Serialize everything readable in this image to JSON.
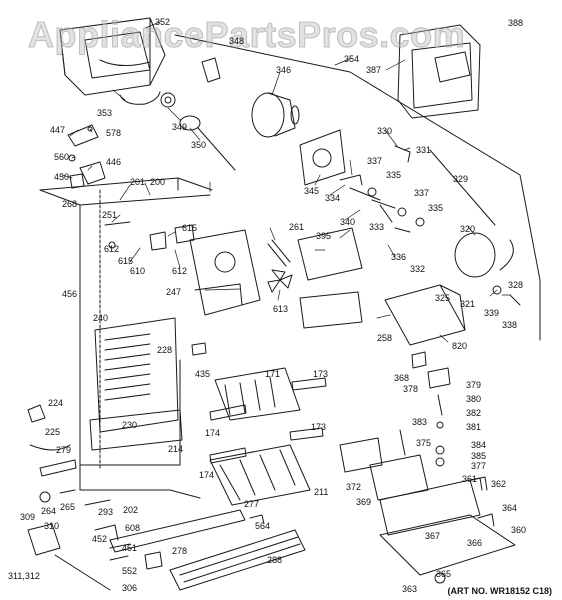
{
  "watermark": "AppliancePartsPros.com",
  "art_number": "(ART NO. WR18152 C18)",
  "part_numbers": {
    "p352": "352",
    "p348": "348",
    "p388": "388",
    "p354": "354",
    "p387": "387",
    "p346": "346",
    "p353": "353",
    "p349": "349",
    "p350": "350",
    "p447": "447",
    "p578": "578",
    "p560": "560",
    "p446": "446",
    "p450": "450",
    "p330": "330",
    "p331": "331",
    "p201": "201",
    "p200": "200",
    "p268": "268",
    "p345": "345",
    "p337a": "337",
    "p334": "334",
    "p335a": "335",
    "p329": "329",
    "p251": "251",
    "p337b": "337",
    "p340": "340",
    "p333": "333",
    "p335b": "335",
    "p615a": "615",
    "p261": "261",
    "p395": "395",
    "p612a": "612",
    "p320": "320",
    "p615b": "615",
    "p610": "610",
    "p612b": "612",
    "p336": "336",
    "p332": "332",
    "p247": "247",
    "p456": "456",
    "p325": "325",
    "p321": "321",
    "p328": "328",
    "p339": "339",
    "p613": "613",
    "p338": "338",
    "p240": "240",
    "p258": "258",
    "p820": "820",
    "p228": "228",
    "p368": "368",
    "p435": "435",
    "p171": "171",
    "p173a": "173",
    "p379": "379",
    "p378": "378",
    "p380": "380",
    "p224": "224",
    "p382": "382",
    "p383": "383",
    "p381": "381",
    "p230": "230",
    "p174a": "174",
    "p173b": "173",
    "p225": "225",
    "p375": "375",
    "p384": "384",
    "p279": "279",
    "p214": "214",
    "p385": "385",
    "p377": "377",
    "p174b": "174",
    "p372": "372",
    "p211": "211",
    "p361": "361",
    "p362": "362",
    "p264": "264",
    "p265": "265",
    "p369": "369",
    "p277": "277",
    "p293": "293",
    "p202": "202",
    "p364": "364",
    "p309": "309",
    "p564": "564",
    "p608": "608",
    "p310": "310",
    "p360": "360",
    "p452": "452",
    "p367": "367",
    "p366": "366",
    "p278": "278",
    "p451": "451",
    "p288": "288",
    "p311_312": "311,312",
    "p552": "552",
    "p365": "365",
    "p306": "306",
    "p363": "363"
  }
}
